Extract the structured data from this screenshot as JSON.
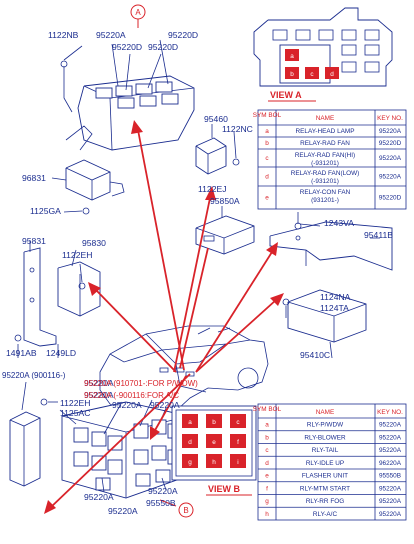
{
  "callouts": {
    "a": "A",
    "b": "B"
  },
  "labels": {
    "l_1122NB": "1122NB",
    "l_95220A_top": "95220A",
    "l_95220D_top": "95220D",
    "l_95220D_2": "95220D",
    "l_95220D_3": "95220D",
    "l_95460": "95460",
    "l_1122NC": "1122NC",
    "l_96831": "96831",
    "l_1122EJ": "1122EJ",
    "l_1125GA": "1125GA",
    "l_95850A": "95850A",
    "l_95831": "95831",
    "l_95830": "95830",
    "l_1122EH_mid": "1122EH",
    "l_1243VA": "1243VA",
    "l_95411B": "95411B",
    "l_1491AB": "1491AB",
    "l_1249LD": "1249LD",
    "l_1124NA": "1124NA",
    "l_1124TA": "1124TA",
    "l_95410C": "95410C",
    "l_1122EH_low": "1122EH",
    "l_1125AC": "1125AC",
    "l_95220A_r1": "95220A",
    "l_95220A_r2": "95220A",
    "l_95220A_r3": "95220A",
    "l_95220A_r4": "95220A",
    "l_95220A_b1": "95220A",
    "l_95220A_b2": "95220A",
    "l_95220A_b3": "95220A",
    "l_95550B": "95550B"
  },
  "red_notes": {
    "n_900116": "95220A (900116-)",
    "n_pwdw": "95220A (910701-:FOR P/WDW)",
    "n_ac": "95220A (-900116:FOR A/C"
  },
  "views": {
    "view_a_title": "VIEW A",
    "view_b_title": "VIEW B",
    "view_a_cells": [
      "a",
      "b",
      "c",
      "d"
    ],
    "view_b_cells": [
      "a",
      "b",
      "c",
      "d",
      "e",
      "f",
      "g",
      "h",
      "i"
    ]
  },
  "table_a": {
    "headers": [
      "SYM BOL",
      "NAME",
      "KEY NO."
    ],
    "rows": [
      {
        "sym": "a",
        "name": "RELAY-HEAD LAMP",
        "key": "95220A"
      },
      {
        "sym": "b",
        "name": "RELAY-RAD FAN",
        "key": "95220D"
      },
      {
        "sym": "c",
        "name": "RELAY-RAD FAN(HI) (-931201)",
        "key": "95220A"
      },
      {
        "sym": "d",
        "name": "RELAY-RAD FAN(LOW) (-931201)",
        "key": "95220A"
      },
      {
        "sym": "e",
        "name": "RELAY-CON FAN (931201-)",
        "key": "95220D"
      }
    ]
  },
  "table_b": {
    "headers": [
      "SYM BOL",
      "NAME",
      "KEY NO."
    ],
    "rows": [
      {
        "sym": "a",
        "name": "RLY-P/WDW",
        "key": "95220A"
      },
      {
        "sym": "b",
        "name": "RLY-BLOWER",
        "key": "95220A"
      },
      {
        "sym": "c",
        "name": "RLY-TAIL",
        "key": "95220A"
      },
      {
        "sym": "d",
        "name": "RLY-IDLE UP",
        "key": "96220A"
      },
      {
        "sym": "e",
        "name": "FLASHER UNIT",
        "key": "95550B"
      },
      {
        "sym": "f",
        "name": "RLY-MTM START",
        "key": "95220A"
      },
      {
        "sym": "g",
        "name": "RLY-RR FOG",
        "key": "95220A"
      },
      {
        "sym": "h",
        "name": "RLY-A/C",
        "key": "95220A"
      }
    ]
  },
  "colors": {
    "part_line": "#1b2d8f",
    "accent_red": "#d9232a"
  }
}
